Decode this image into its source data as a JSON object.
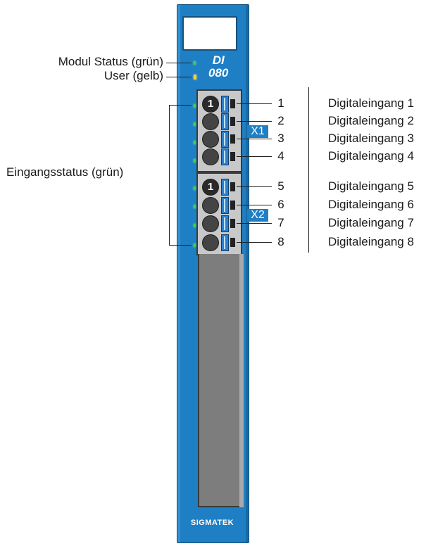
{
  "module": {
    "title_line1": "DI",
    "title_line2": "080",
    "brand": "SIGMATEK"
  },
  "labels": {
    "module_status": "Modul Status (grün)",
    "user": "User (gelb)",
    "input_status": "Eingangsstatus (grün)"
  },
  "connectors": [
    {
      "name": "X1",
      "first_pin_marker": "1"
    },
    {
      "name": "X2",
      "first_pin_marker": "1"
    }
  ],
  "pins": [
    {
      "number": "1",
      "signal": "Digitaleingang 1"
    },
    {
      "number": "2",
      "signal": "Digitaleingang 2"
    },
    {
      "number": "3",
      "signal": "Digitaleingang 3"
    },
    {
      "number": "4",
      "signal": "Digitaleingang 4"
    },
    {
      "number": "5",
      "signal": "Digitaleingang 5"
    },
    {
      "number": "6",
      "signal": "Digitaleingang 6"
    },
    {
      "number": "7",
      "signal": "Digitaleingang 7"
    },
    {
      "number": "8",
      "signal": "Digitaleingang 8"
    }
  ],
  "colors": {
    "module_blue": "#1f7fc4",
    "led_green": "#39d24a",
    "led_yellow": "#ffce2e"
  }
}
